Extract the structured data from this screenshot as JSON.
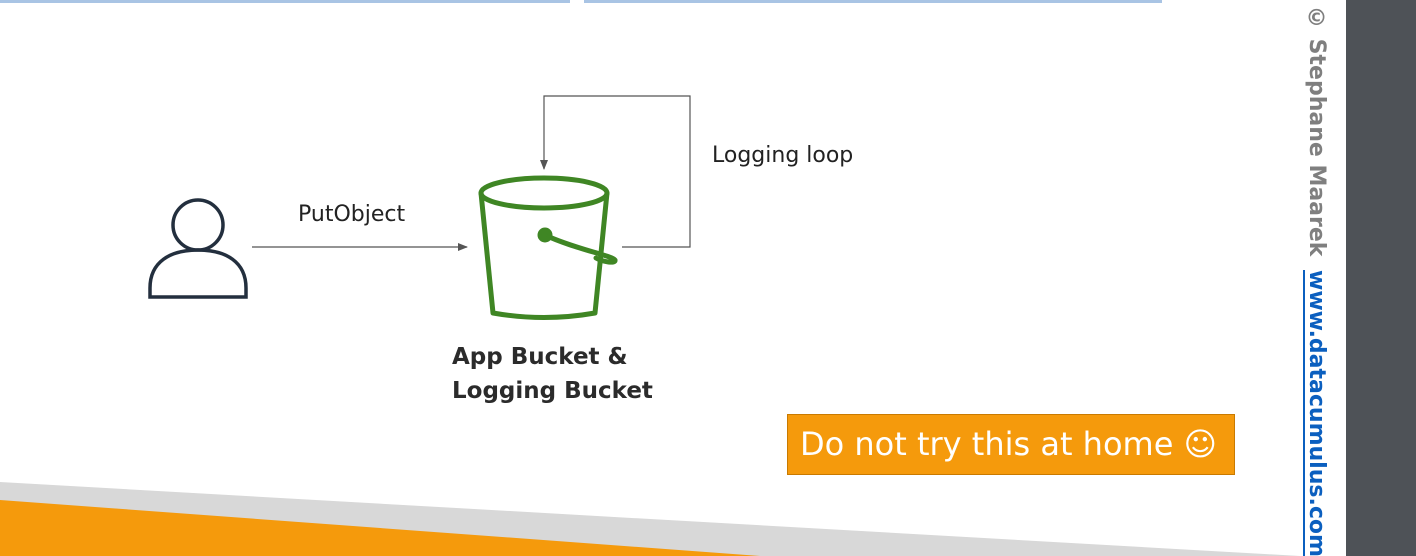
{
  "diagram": {
    "actor": {
      "icon": "user-icon"
    },
    "request_label": "PutObject",
    "bucket": {
      "icon": "s3-bucket-icon",
      "label_line1": "App Bucket &",
      "label_line2": "Logging Bucket",
      "color": "#3f8624"
    },
    "loop_label": "Logging loop",
    "line_color": "#555555"
  },
  "warning": {
    "text": "Do not try this at home ☺",
    "background": "#f59a0c"
  },
  "footer": {
    "accent_color": "#f59a0c",
    "shadow_color": "#d8d8d8"
  },
  "sidebar": {
    "author": "© Stephane Maarek",
    "link": "www.datacumulus.com",
    "link_color": "#0b5fbf",
    "panel_color": "#4e5257"
  }
}
